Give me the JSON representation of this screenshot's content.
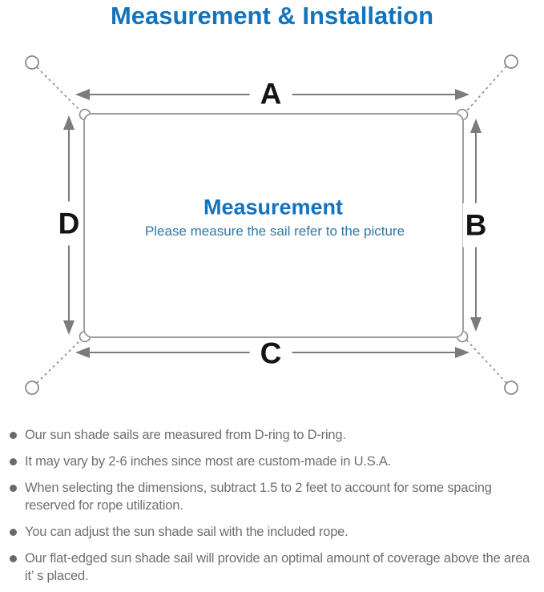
{
  "page": {
    "title": "Measurement & Installation"
  },
  "diagram": {
    "dimension_labels": {
      "top": "A",
      "right": "B",
      "bottom": "C",
      "left": "D"
    },
    "center": {
      "heading": "Measurement",
      "subtitle": "Please measure the sail refer to the picture"
    }
  },
  "notes": {
    "items": [
      "Our sun shade sails are measured from D-ring to D-ring.",
      "It may vary by 2-6 inches since most are custom-made in U.S.A.",
      "When selecting the dimensions, subtract 1.5 to 2 feet to account for some spacing reserved for rope utilization.",
      "You can adjust the sun shade sail with the included rope.",
      "Our flat-edged sun shade sail will provide an optimal amount of coverage above the area it’ s placed."
    ]
  },
  "colors": {
    "accent_blue": "#1373BC",
    "subtitle_blue": "#2E78A8",
    "diagram_gray": "#7B7B7B",
    "outline_gray": "#9AA0A4",
    "text_gray": "#6F6F6F",
    "label_black": "#141414"
  }
}
